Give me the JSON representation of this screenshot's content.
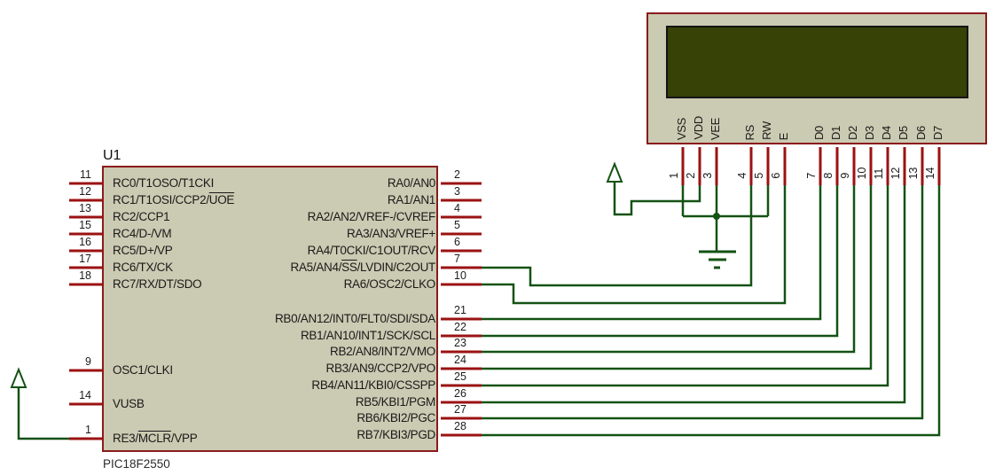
{
  "pic": {
    "ref": "U1",
    "part": "PIC18F2550",
    "left_pins": [
      {
        "num": "11",
        "pre": "RC0/T1OSO/T1CKI",
        "over": "",
        "post": ""
      },
      {
        "num": "12",
        "pre": "RC1/T1OSI/CCP2/",
        "over": "UOE",
        "post": ""
      },
      {
        "num": "13",
        "pre": "RC2/CCP1",
        "over": "",
        "post": ""
      },
      {
        "num": "15",
        "pre": "RC4/D-/VM",
        "over": "",
        "post": ""
      },
      {
        "num": "16",
        "pre": "RC5/D+/VP",
        "over": "",
        "post": ""
      },
      {
        "num": "17",
        "pre": "RC6/TX/CK",
        "over": "",
        "post": ""
      },
      {
        "num": "18",
        "pre": "RC7/RX/DT/SDO",
        "over": "",
        "post": ""
      },
      {
        "num": "9",
        "pre": "OSC1/CLKI",
        "over": "",
        "post": ""
      },
      {
        "num": "14",
        "pre": "VUSB",
        "over": "",
        "post": ""
      },
      {
        "num": "1",
        "pre": "RE3/",
        "over": "MCLR",
        "post": "/VPP"
      }
    ],
    "right_pins": [
      {
        "num": "2",
        "pre": "RA0/AN0",
        "over": "",
        "post": ""
      },
      {
        "num": "3",
        "pre": "RA1/AN1",
        "over": "",
        "post": ""
      },
      {
        "num": "4",
        "pre": "RA2/AN2/VREF-/CVREF",
        "over": "",
        "post": ""
      },
      {
        "num": "5",
        "pre": "RA3/AN3/VREF+",
        "over": "",
        "post": ""
      },
      {
        "num": "6",
        "pre": "RA4/T0CKI/C1OUT/RCV",
        "over": "",
        "post": ""
      },
      {
        "num": "7",
        "pre": "RA5/AN4/",
        "over": "SS",
        "post": "/LVDIN/C2OUT"
      },
      {
        "num": "10",
        "pre": "RA6/OSC2/CLKO",
        "over": "",
        "post": ""
      },
      {
        "num": "21",
        "pre": "RB0/AN12/INT0/FLT0/SDI/SDA",
        "over": "",
        "post": ""
      },
      {
        "num": "22",
        "pre": "RB1/AN10/INT1/SCK/SCL",
        "over": "",
        "post": ""
      },
      {
        "num": "23",
        "pre": "RB2/AN8/INT2/VMO",
        "over": "",
        "post": ""
      },
      {
        "num": "24",
        "pre": "RB3/AN9/CCP2/VPO",
        "over": "",
        "post": ""
      },
      {
        "num": "25",
        "pre": "RB4/AN11/KBI0/CSSPP",
        "over": "",
        "post": ""
      },
      {
        "num": "26",
        "pre": "RB5/KBI1/PGM",
        "over": "",
        "post": ""
      },
      {
        "num": "27",
        "pre": "RB6/KBI2/PGC",
        "over": "",
        "post": ""
      },
      {
        "num": "28",
        "pre": "RB7/KBI3/PGD",
        "over": "",
        "post": ""
      }
    ]
  },
  "lcd": {
    "pins": [
      {
        "num": "1",
        "label": "VSS"
      },
      {
        "num": "2",
        "label": "VDD"
      },
      {
        "num": "3",
        "label": "VEE"
      },
      {
        "num": "4",
        "label": "RS"
      },
      {
        "num": "5",
        "label": "RW"
      },
      {
        "num": "6",
        "label": "E"
      },
      {
        "num": "7",
        "label": "D0"
      },
      {
        "num": "8",
        "label": "D1"
      },
      {
        "num": "9",
        "label": "D2"
      },
      {
        "num": "10",
        "label": "D3"
      },
      {
        "num": "11",
        "label": "D4"
      },
      {
        "num": "12",
        "label": "D5"
      },
      {
        "num": "13",
        "label": "D6"
      },
      {
        "num": "14",
        "label": "D7"
      }
    ]
  },
  "colors": {
    "component_body": "#cbcab2",
    "component_border": "#8a1b1b",
    "pin_stub": "#9b1212",
    "wire": "#145214",
    "lcd_screen": "#364206",
    "text": "#1a1a1a"
  }
}
